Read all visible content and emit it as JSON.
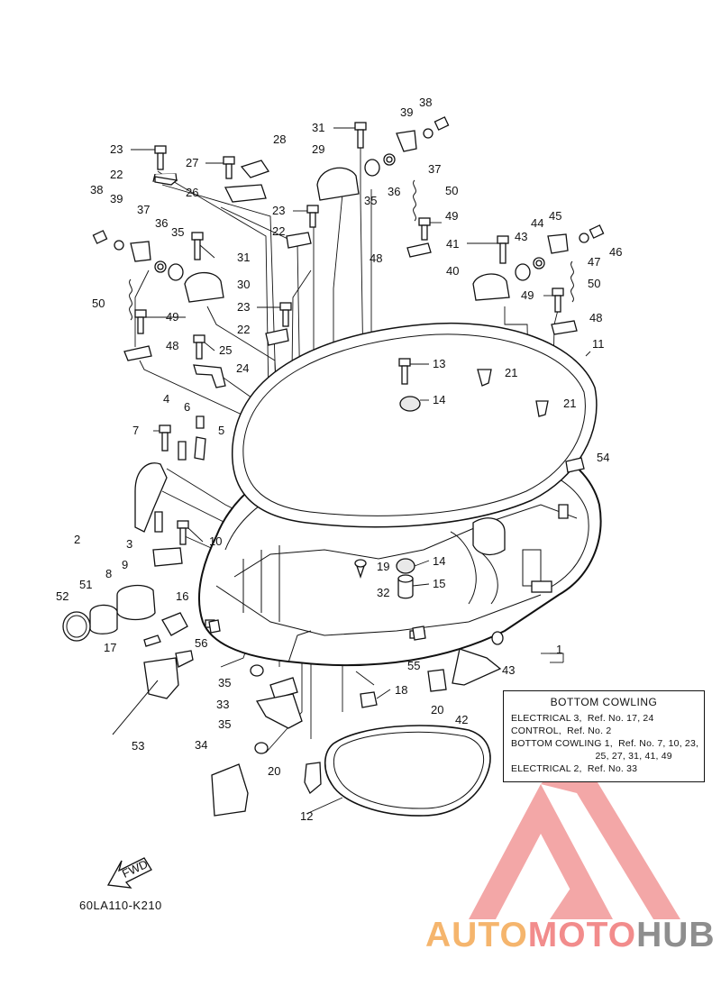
{
  "diagram_code": "60LA110-K210",
  "fwd_label": "FWD",
  "legend": {
    "title": "BOTTOM COWLING",
    "lines": [
      "ELECTRICAL 3,  Ref. No. 17, 24",
      "CONTROL,  Ref. No. 2",
      "BOTTOM COWLING 1,  Ref. No. 7, 10, 23,",
      "                              25, 27, 31, 41, 49",
      "ELECTRICAL 2,  Ref. No. 33"
    ]
  },
  "watermark": {
    "parts": [
      "AUTO",
      "MOTO",
      "HUB"
    ],
    "colors": [
      "#f5b56d",
      "#f28c8c",
      "#8e8e8e"
    ],
    "logo_color": "#f08a8a"
  },
  "callouts": [
    {
      "n": "1"
    },
    {
      "n": "2"
    },
    {
      "n": "3"
    },
    {
      "n": "4"
    },
    {
      "n": "5"
    },
    {
      "n": "6"
    },
    {
      "n": "7"
    },
    {
      "n": "8"
    },
    {
      "n": "9"
    },
    {
      "n": "10"
    },
    {
      "n": "11"
    },
    {
      "n": "12"
    },
    {
      "n": "13"
    },
    {
      "n": "14"
    },
    {
      "n": "14"
    },
    {
      "n": "15"
    },
    {
      "n": "16"
    },
    {
      "n": "17"
    },
    {
      "n": "18"
    },
    {
      "n": "19"
    },
    {
      "n": "20"
    },
    {
      "n": "20"
    },
    {
      "n": "21"
    },
    {
      "n": "21"
    },
    {
      "n": "22"
    },
    {
      "n": "22"
    },
    {
      "n": "22"
    },
    {
      "n": "23"
    },
    {
      "n": "23"
    },
    {
      "n": "23"
    },
    {
      "n": "24"
    },
    {
      "n": "25"
    },
    {
      "n": "26"
    },
    {
      "n": "27"
    },
    {
      "n": "28"
    },
    {
      "n": "29"
    },
    {
      "n": "30"
    },
    {
      "n": "31"
    },
    {
      "n": "31"
    },
    {
      "n": "32"
    },
    {
      "n": "33"
    },
    {
      "n": "34"
    },
    {
      "n": "35"
    },
    {
      "n": "35"
    },
    {
      "n": "35"
    },
    {
      "n": "35"
    },
    {
      "n": "36"
    },
    {
      "n": "36"
    },
    {
      "n": "37"
    },
    {
      "n": "37"
    },
    {
      "n": "38"
    },
    {
      "n": "38"
    },
    {
      "n": "39"
    },
    {
      "n": "39"
    },
    {
      "n": "40"
    },
    {
      "n": "41"
    },
    {
      "n": "42"
    },
    {
      "n": "43"
    },
    {
      "n": "43"
    },
    {
      "n": "44"
    },
    {
      "n": "45"
    },
    {
      "n": "46"
    },
    {
      "n": "47"
    },
    {
      "n": "48"
    },
    {
      "n": "48"
    },
    {
      "n": "48"
    },
    {
      "n": "49"
    },
    {
      "n": "49"
    },
    {
      "n": "49"
    },
    {
      "n": "50"
    },
    {
      "n": "50"
    },
    {
      "n": "50"
    },
    {
      "n": "51"
    },
    {
      "n": "52"
    },
    {
      "n": "53"
    },
    {
      "n": "54"
    },
    {
      "n": "55"
    },
    {
      "n": "56"
    }
  ]
}
